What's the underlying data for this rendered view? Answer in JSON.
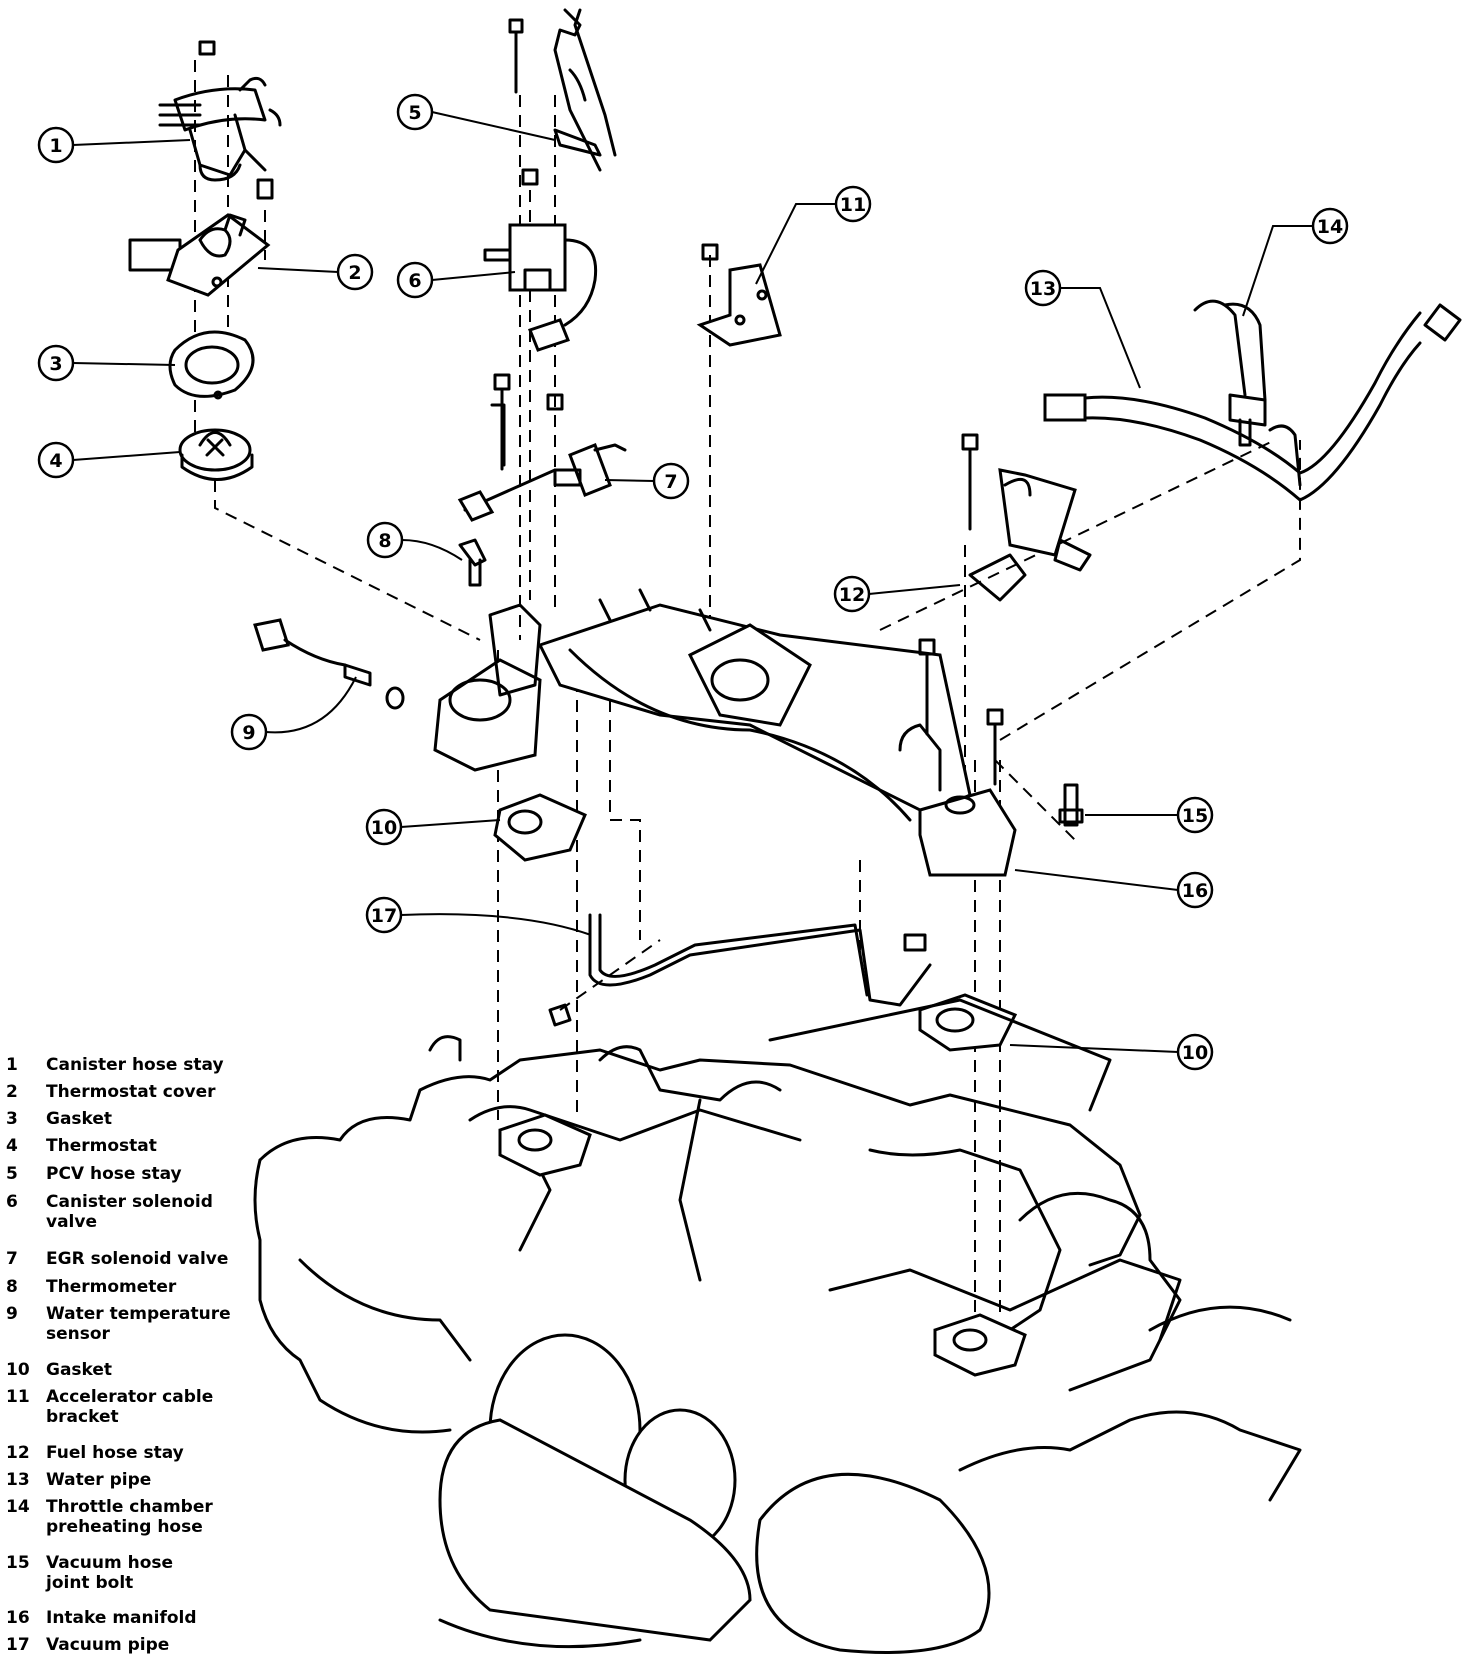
{
  "legend": [
    {
      "num": "1",
      "label": "Canister hose stay"
    },
    {
      "num": "2",
      "label": "Thermostat cover"
    },
    {
      "num": "3",
      "label": "Gasket"
    },
    {
      "num": "4",
      "label": "Thermostat"
    },
    {
      "num": "5",
      "label": "PCV hose stay"
    },
    {
      "num": "6",
      "label": "Canister solenoid valve"
    },
    {
      "num": "7",
      "label": "EGR solenoid valve"
    },
    {
      "num": "8",
      "label": "Thermometer"
    },
    {
      "num": "9",
      "label": "Water temperature sensor"
    },
    {
      "num": "10",
      "label": "Gasket"
    },
    {
      "num": "11",
      "label": "Accelerator cable bracket"
    },
    {
      "num": "12",
      "label": "Fuel hose stay"
    },
    {
      "num": "13",
      "label": "Water pipe"
    },
    {
      "num": "14",
      "label": "Throttle chamber preheating hose"
    },
    {
      "num": "15",
      "label": "Vacuum hose joint bolt"
    },
    {
      "num": "16",
      "label": "Intake manifold"
    },
    {
      "num": "17",
      "label": "Vacuum pipe"
    }
  ],
  "callouts": [
    "1",
    "2",
    "3",
    "4",
    "5",
    "6",
    "7",
    "8",
    "9",
    "10",
    "11",
    "12",
    "13",
    "14",
    "15",
    "16",
    "17",
    "10"
  ]
}
